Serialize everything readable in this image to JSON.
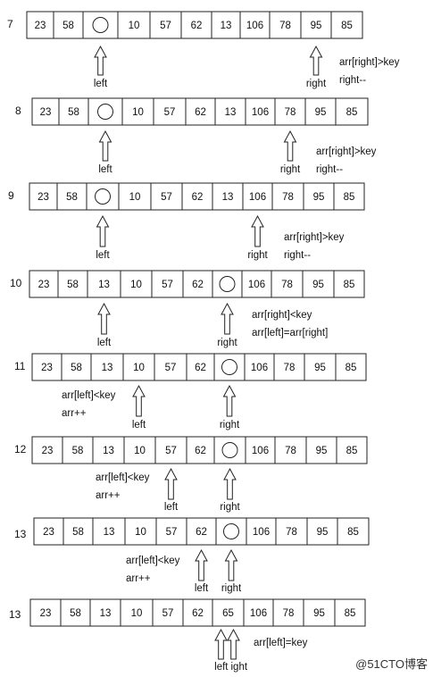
{
  "diagram": {
    "rows": [
      {
        "step": "7",
        "cells": [
          "23",
          "58",
          "",
          "10",
          "57",
          "62",
          "13",
          "106",
          "78",
          "95",
          "85"
        ],
        "pointers": [
          {
            "label": "left",
            "cell": 2
          },
          {
            "label": "right",
            "cell": 9
          }
        ],
        "annotations": [
          "arr[right]>key",
          "right--"
        ]
      },
      {
        "step": "8",
        "cells": [
          "23",
          "58",
          "",
          "10",
          "57",
          "62",
          "13",
          "106",
          "78",
          "95",
          "85"
        ],
        "pointers": [
          {
            "label": "left",
            "cell": 2
          },
          {
            "label": "right",
            "cell": 8
          }
        ],
        "annotations": [
          "arr[right]>key",
          "right--"
        ]
      },
      {
        "step": "9",
        "cells": [
          "23",
          "58",
          "",
          "10",
          "57",
          "62",
          "13",
          "106",
          "78",
          "95",
          "85"
        ],
        "pointers": [
          {
            "label": "left",
            "cell": 2
          },
          {
            "label": "right",
            "cell": 7
          }
        ],
        "annotations": [
          "arr[right]>key",
          "right--"
        ]
      },
      {
        "step": "10",
        "cells": [
          "23",
          "58",
          "13",
          "10",
          "57",
          "62",
          "",
          "106",
          "78",
          "95",
          "85"
        ],
        "pointers": [
          {
            "label": "left",
            "cell": 2
          },
          {
            "label": "right",
            "cell": 6
          }
        ],
        "annotations": [
          "arr[right]<key",
          "arr[left]=arr[right]"
        ]
      },
      {
        "step": "11",
        "cells": [
          "23",
          "58",
          "13",
          "10",
          "57",
          "62",
          "",
          "106",
          "78",
          "95",
          "85"
        ],
        "pointers": [
          {
            "label": "left",
            "cell": 3
          },
          {
            "label": "right",
            "cell": 6
          }
        ],
        "annotations": [
          "arr[left]<key",
          "arr++"
        ]
      },
      {
        "step": "12",
        "cells": [
          "23",
          "58",
          "13",
          "10",
          "57",
          "62",
          "",
          "106",
          "78",
          "95",
          "85"
        ],
        "pointers": [
          {
            "label": "left",
            "cell": 4
          },
          {
            "label": "right",
            "cell": 6
          }
        ],
        "annotations": [
          "arr[left]<key",
          "arr++"
        ]
      },
      {
        "step": "13",
        "cells": [
          "23",
          "58",
          "13",
          "10",
          "57",
          "62",
          "",
          "106",
          "78",
          "95",
          "85"
        ],
        "pointers": [
          {
            "label": "left",
            "cell": 5
          },
          {
            "label": "right",
            "cell": 6
          }
        ],
        "annotations": [
          "arr[left]<key",
          "arr++"
        ]
      },
      {
        "step": "13",
        "cells": [
          "23",
          "58",
          "13",
          "10",
          "57",
          "62",
          "65",
          "106",
          "78",
          "95",
          "85"
        ],
        "pointers": [
          {
            "label": "left",
            "cell": 6
          },
          {
            "label": "ight",
            "cell": 6
          }
        ],
        "annotations": [
          "arr[left]=key"
        ]
      }
    ],
    "watermark": "@51CTO博客"
  }
}
